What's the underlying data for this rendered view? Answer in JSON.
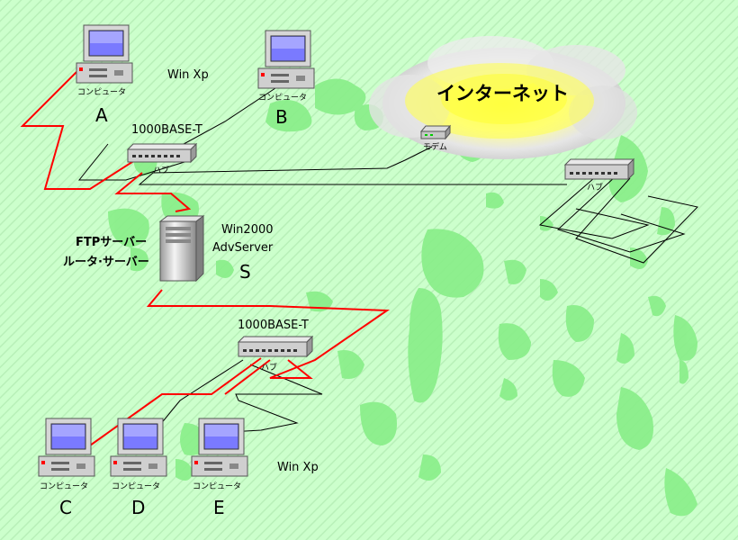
{
  "computers": {
    "a": {
      "caption": "コンピュータ",
      "letter": "A"
    },
    "b": {
      "caption": "コンピュータ",
      "letter": "B"
    },
    "c": {
      "caption": "コンピュータ",
      "letter": "C"
    },
    "d": {
      "caption": "コンピュータ",
      "letter": "D"
    },
    "e": {
      "caption": "コンピュータ",
      "letter": "E"
    }
  },
  "os_labels": {
    "top": "Win Xp",
    "bottom": "Win Xp"
  },
  "hubs": {
    "top": {
      "spec": "1000BASE-T",
      "caption": "ハブ"
    },
    "bottom": {
      "spec": "1000BASE-T",
      "caption": "ハブ"
    },
    "right": {
      "caption": "ハブ"
    }
  },
  "internet": {
    "label": "インターネット"
  },
  "modem": {
    "caption": "モデム"
  },
  "server": {
    "os": "Win2000",
    "edition": "AdvServer",
    "letter": "S",
    "role_1": "FTPサーバー",
    "role_2": "ルータ·サーバー"
  },
  "colors": {
    "background": "#ccffcc",
    "pattern": "#b8f0b8",
    "landmass": "#88ee88",
    "cable_red": "#ff0000",
    "cable_black": "#000000",
    "cloud": "#d9d9d9",
    "cloud_glow": "#ffff44"
  }
}
